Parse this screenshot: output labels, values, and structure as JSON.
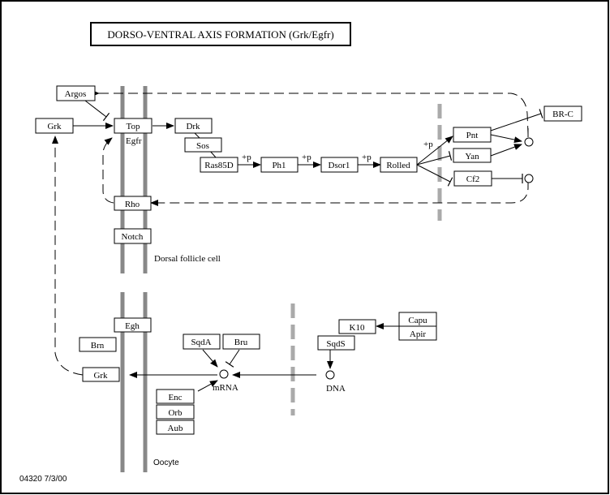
{
  "title": "DORSO-VENTRAL AXIS FORMATION (Grk/Egfr)",
  "footer": "04320  7/3/00",
  "regions": {
    "follicle": "Dorsal follicle cell",
    "oocyte": "Oocyte"
  },
  "labels": {
    "egfr": "Egfr",
    "mrna": "mRNA",
    "dna": "DNA",
    "p1": "+p",
    "p2": "+p",
    "p3": "+p",
    "p4": "+p"
  },
  "nodes": {
    "argos": "Argos",
    "grk_top": "Grk",
    "top": "Top",
    "drk": "Drk",
    "sos": "Sos",
    "ras85d": "Ras85D",
    "ph1": "Ph1",
    "dsor1": "Dsor1",
    "rolled": "Rolled",
    "pnt": "Pnt",
    "yan": "Yan",
    "cf2": "Cf2",
    "brc": "BR-C",
    "rho": "Rho",
    "notch": "Notch",
    "egh": "Egh",
    "brn": "Brn",
    "grk_bottom": "Grk",
    "sqda": "SqdA",
    "bru": "Bru",
    "enc": "Enc",
    "orb": "Orb",
    "aub": "Aub",
    "k10": "K10",
    "capu": "Capu",
    "apir": "Apir",
    "sqds": "SqdS"
  }
}
